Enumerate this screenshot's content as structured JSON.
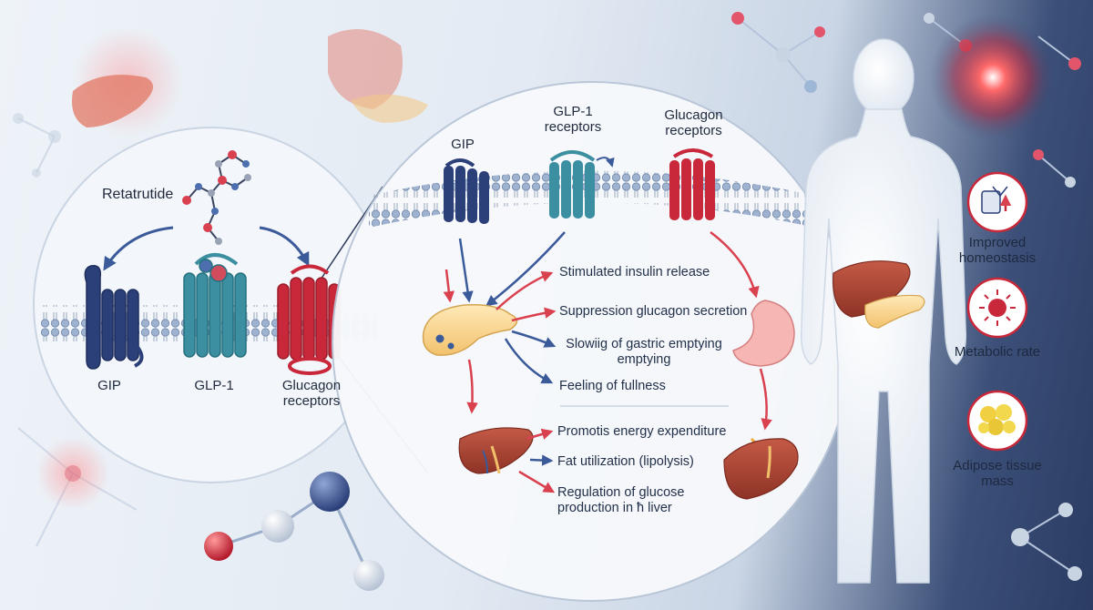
{
  "drug": {
    "name": "Retatrutide"
  },
  "receptors_left": {
    "gip": "GIP",
    "glp1": "GLP-1",
    "glucagon": "Glucagon receptors"
  },
  "receptors_right": {
    "gip": "GIP",
    "glp1": "GLP-1 receptors",
    "glucagon": "Glucagon receptors"
  },
  "effects_pancreas": [
    "Stimulated insulin release",
    "Suppression glucagon secretion",
    "Slowiig of gastric emptying emptying",
    "Feeling of fullness"
  ],
  "effects_liver": [
    "Promotis energy expenditure",
    "Fat utilization (lipolysis)",
    "Regulation of glucose production in ħ liver"
  ],
  "outcomes": [
    {
      "label": "Improved homeostasis",
      "icon": "homeostasis-icon"
    },
    {
      "label": "Metabolic rate",
      "icon": "metabolic-rate-icon"
    },
    {
      "label": "Adipose tissue mass",
      "icon": "adipose-tissue-icon"
    }
  ],
  "colors": {
    "gip": "#2b3f78",
    "glp1": "#3b8fa0",
    "glucagon": "#c8283a",
    "arrow_red": "#d9414f",
    "arrow_blue": "#3a5a9a"
  }
}
